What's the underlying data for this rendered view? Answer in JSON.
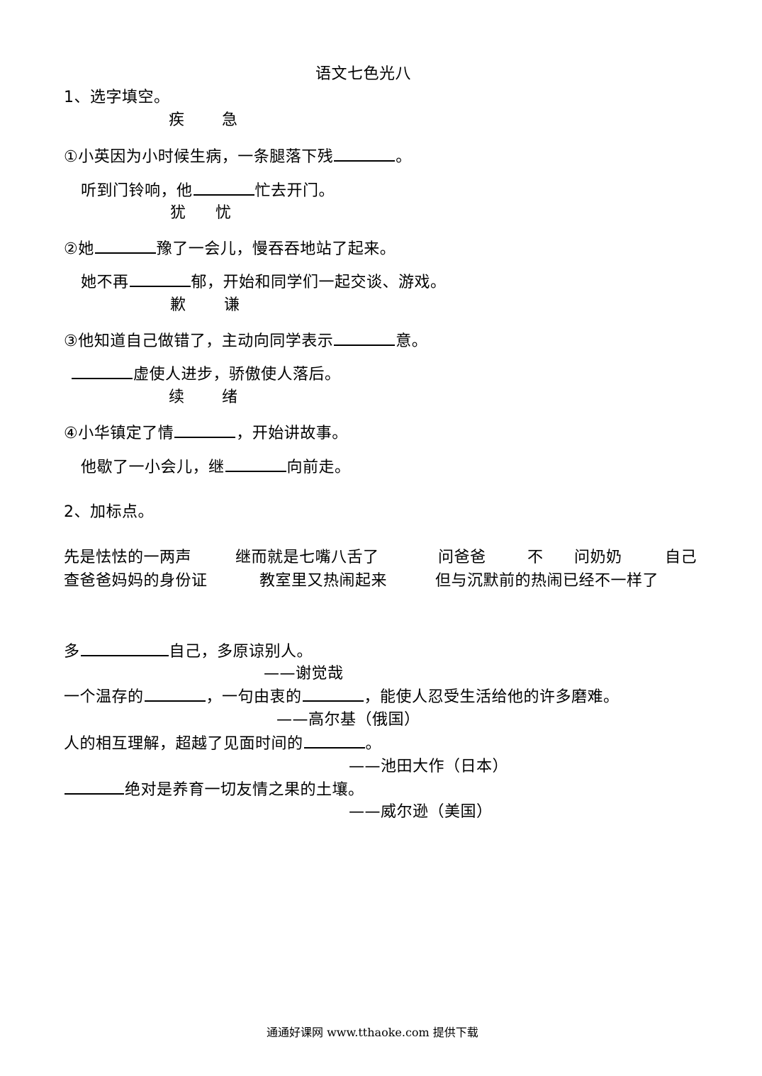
{
  "title": "语文七色光八",
  "q1": {
    "heading": "1、选字填空。",
    "groups": [
      {
        "chars": [
          "疾",
          "急"
        ],
        "line1": {
          "pre": "①小英因为小时候生病，一条腿落下残",
          "post": "。"
        },
        "line2": {
          "pre": "听到门铃响，他",
          "post": "忙去开门。"
        }
      },
      {
        "chars": [
          "犹",
          "忧"
        ],
        "line1": {
          "pre": "②她",
          "post": "豫了一会儿，慢吞吞地站了起来。"
        },
        "line2": {
          "pre": "她不再",
          "post": "郁，开始和同学们一起交谈、游戏。"
        }
      },
      {
        "chars": [
          "歉",
          "谦"
        ],
        "line1": {
          "pre": "③他知道自己做错了，主动向同学表示",
          "post": "意。"
        },
        "line2": {
          "pre": "",
          "post": "虚使人进步，骄傲使人落后。"
        }
      },
      {
        "chars": [
          "续",
          "绪"
        ],
        "line1": {
          "pre": "④小华镇定了情",
          "post": "，开始讲故事。"
        },
        "line2": {
          "pre": "他歇了一小会儿，继",
          "post": "向前走。"
        }
      }
    ]
  },
  "q2": {
    "heading": "2、加标点。",
    "row1": [
      "先是怯怯的一两声",
      "继而就是七嘴八舌了",
      "问爸爸",
      "不",
      "问奶奶",
      "自己"
    ],
    "row2": [
      "查爸爸妈妈的身份证",
      "教室里又热闹起来",
      "但与沉默前的热闹已经不一样了"
    ]
  },
  "quotes": [
    {
      "parts": [
        "多",
        "自己，多原谅别人。"
      ],
      "author": "——谢觉哉"
    },
    {
      "parts": [
        "一个温存的",
        "，一句由衷的",
        "，能使人忍受生活给他的许多磨难。"
      ],
      "author": "——高尔基（俄国）"
    },
    {
      "parts": [
        "人的相互理解，超越了见面时间的",
        "。"
      ],
      "author": "——池田大作（日本）"
    },
    {
      "parts": [
        "",
        "绝对是养育一切友情之果的土壤。"
      ],
      "author": "——威尔逊（美国）"
    }
  ],
  "footer": "通通好课网  www.tthaoke.com  提供下载"
}
